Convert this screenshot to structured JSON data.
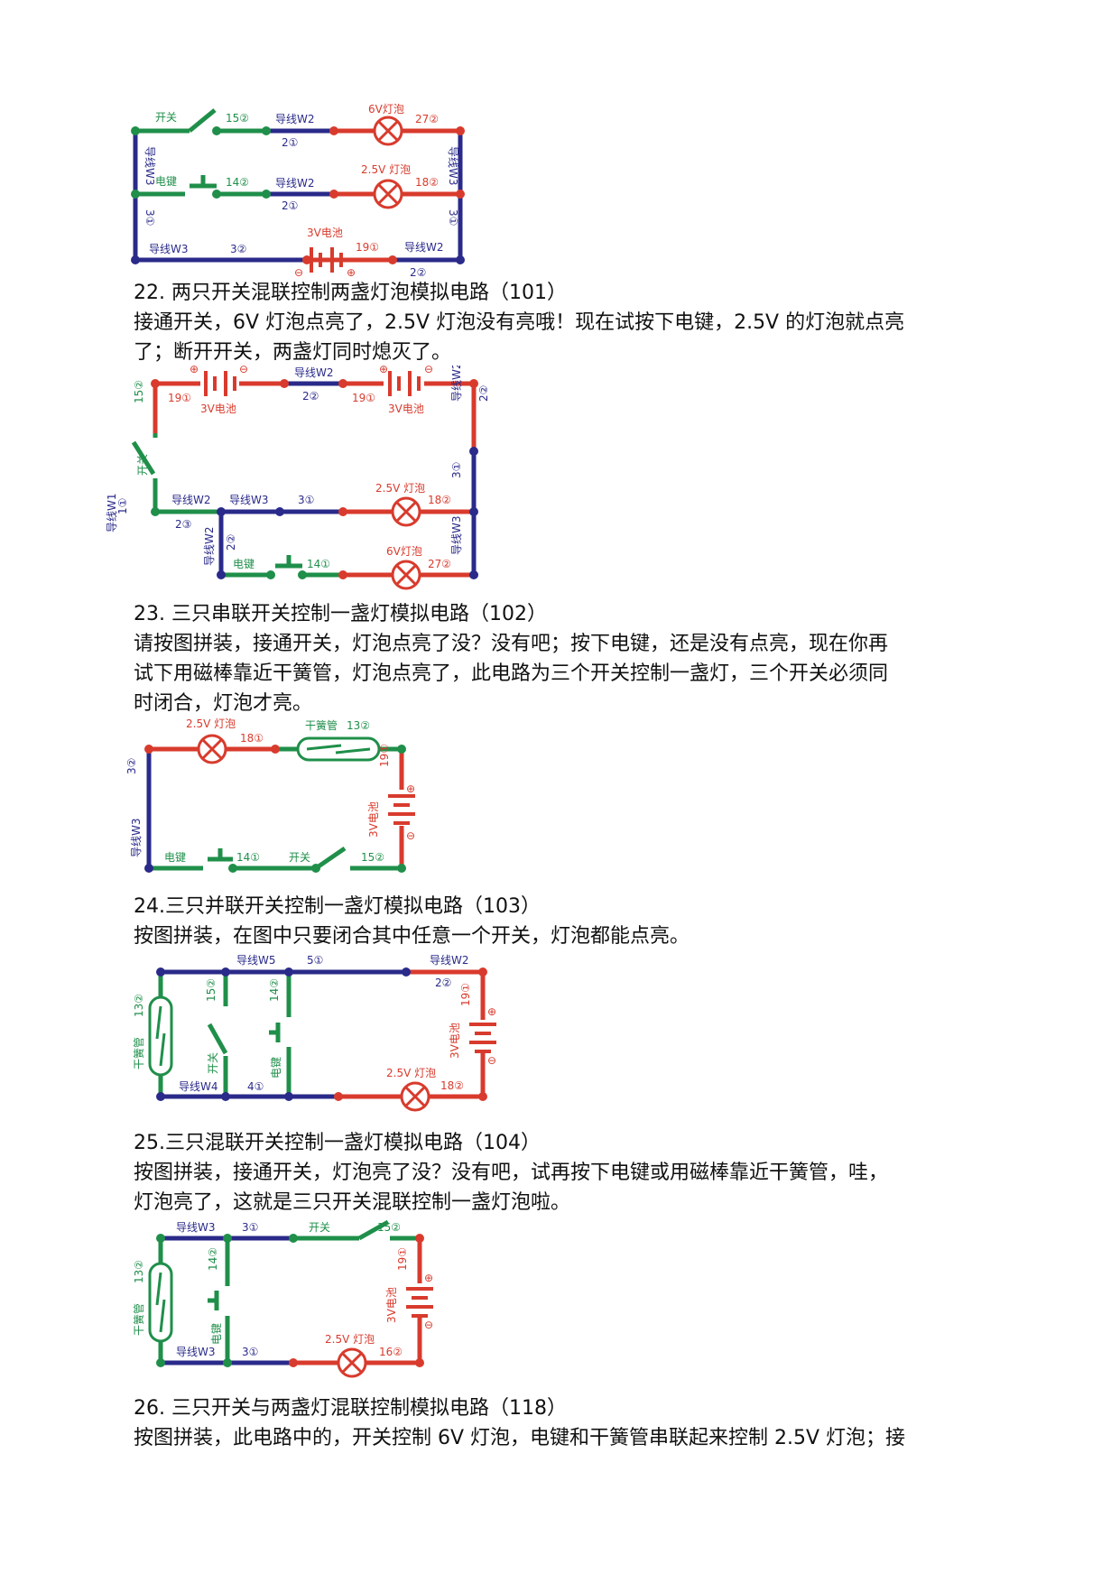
{
  "colors": {
    "red": "#d83b2d",
    "green": "#1f8f4a",
    "navy": "#2a2a8a"
  },
  "diagrams": {
    "d22": {
      "switch": "开关",
      "key": "电键",
      "w2a": "导线W2",
      "w2b": "导线W2",
      "w3_left": "导线W3",
      "w3_right": "导线W3",
      "w3_bottom": "导线W3",
      "w2_bottom": "导线W2",
      "bulb6": "6V灯泡",
      "bulb25": "2.5V 灯泡",
      "battery": "3V电池",
      "code_15_2": "15②",
      "code_2_1a": "2①",
      "code_27_2": "27②",
      "code_14_2": "14②",
      "code_2_1b": "2①",
      "code_18_2": "18②",
      "code_3_1l": "3①",
      "code_3_1r": "3①",
      "code_3_2": "3②",
      "code_19_1": "19①",
      "code_2_2": "2②",
      "minus": "⊖",
      "plus": "⊕"
    },
    "d23": {
      "w2_top": "导线W2",
      "bat_l": "3V电池",
      "bat_r": "3V电池",
      "code_19_1a": "19①",
      "code_19_1b": "19①",
      "code_2_2a": "2②",
      "code_15_2": "15②",
      "switch": "开关",
      "w2_right": "导线W2",
      "code_2_2b": "2②",
      "code_1_1": "1①",
      "w1": "导线W1",
      "w2_mid": "导线W2",
      "w3_mid": "导线W3",
      "code_3_1a": "3①",
      "bulb25": "2.5V 灯泡",
      "code_18_2": "18②",
      "code_3_1b": "3①",
      "code_2_3": "2③",
      "w2_v": "导线W2",
      "code_2_2c": "2②",
      "key": "电键",
      "code_14_1": "14①",
      "bulb6": "6V灯泡",
      "code_27_2": "27②",
      "w3_right": "导线W3",
      "plus": "⊕",
      "minus": "⊖"
    },
    "d24": {
      "bulb25": "2.5V 灯泡",
      "code_18_1": "18①",
      "reed": "干簧管",
      "code_13_2": "13②",
      "code_3_2": "3②",
      "w3": "导线W3",
      "code_19_1": "19①",
      "battery": "3V电池",
      "key": "电键",
      "code_14_1": "14①",
      "switch": "开关",
      "code_15_2": "15②",
      "plus": "⊕",
      "minus": "⊖"
    },
    "d25": {
      "w5": "导线W5",
      "code_5_1": "5①",
      "w2": "导线W2",
      "code_2_2": "2②",
      "code_15_2": "15②",
      "code_14_2": "14②",
      "code_13_2": "13②",
      "reed": "干簧管",
      "switch": "开关",
      "key": "电键",
      "code_19_1": "19①",
      "battery": "3V电池",
      "w4": "导线W4",
      "code_4_1": "4①",
      "bulb25": "2.5V 灯泡",
      "code_18_2": "18②",
      "plus": "⊕",
      "minus": "⊖"
    },
    "d26": {
      "w3_top": "导线W3",
      "code_3_1a": "3①",
      "switch": "开关",
      "code_15_2": "15②",
      "code_14_2": "14②",
      "code_13_2": "13②",
      "reed": "干簧管",
      "key": "电键",
      "code_19_1": "19①",
      "battery": "3V电池",
      "w3_bottom": "导线W3",
      "code_3_1b": "3①",
      "bulb25": "2.5V 灯泡",
      "code_16_2": "16②",
      "plus": "⊕",
      "minus": "⊖"
    }
  },
  "sections": [
    {
      "title": "22. 两只开关混联控制两盏灯泡模拟电路（101）",
      "lines": [
        "接通开关，6V 灯泡点亮了，2.5V 灯泡没有亮哦！现在试按下电键，2.5V 的灯泡就点亮",
        "了；断开开关，两盏灯同时熄灭了。"
      ]
    },
    {
      "title": "23. 三只串联开关控制一盏灯模拟电路（102）",
      "lines": [
        "请按图拼装，接通开关，灯泡点亮了没？没有吧；按下电键，还是没有点亮，现在你再",
        "试下用磁棒靠近干簧管，灯泡点亮了，此电路为三个开关控制一盏灯，三个开关必须同",
        "时闭合，灯泡才亮。"
      ]
    },
    {
      "title": "24.三只并联开关控制一盏灯模拟电路（103）",
      "lines": [
        "按图拼装，在图中只要闭合其中任意一个开关，灯泡都能点亮。"
      ]
    },
    {
      "title": "25.三只混联开关控制一盏灯模拟电路（104）",
      "lines": [
        "按图拼装，接通开关，灯泡亮了没？没有吧，试再按下电键或用磁棒靠近干簧管，哇，",
        "灯泡亮了，这就是三只开关混联控制一盏灯泡啦。"
      ]
    },
    {
      "title": "26. 三只开关与两盏灯混联控制模拟电路（118）",
      "lines": [
        "按图拼装，此电路中的，开关控制 6V 灯泡，电键和干簧管串联起来控制 2.5V 灯泡；接"
      ]
    }
  ]
}
